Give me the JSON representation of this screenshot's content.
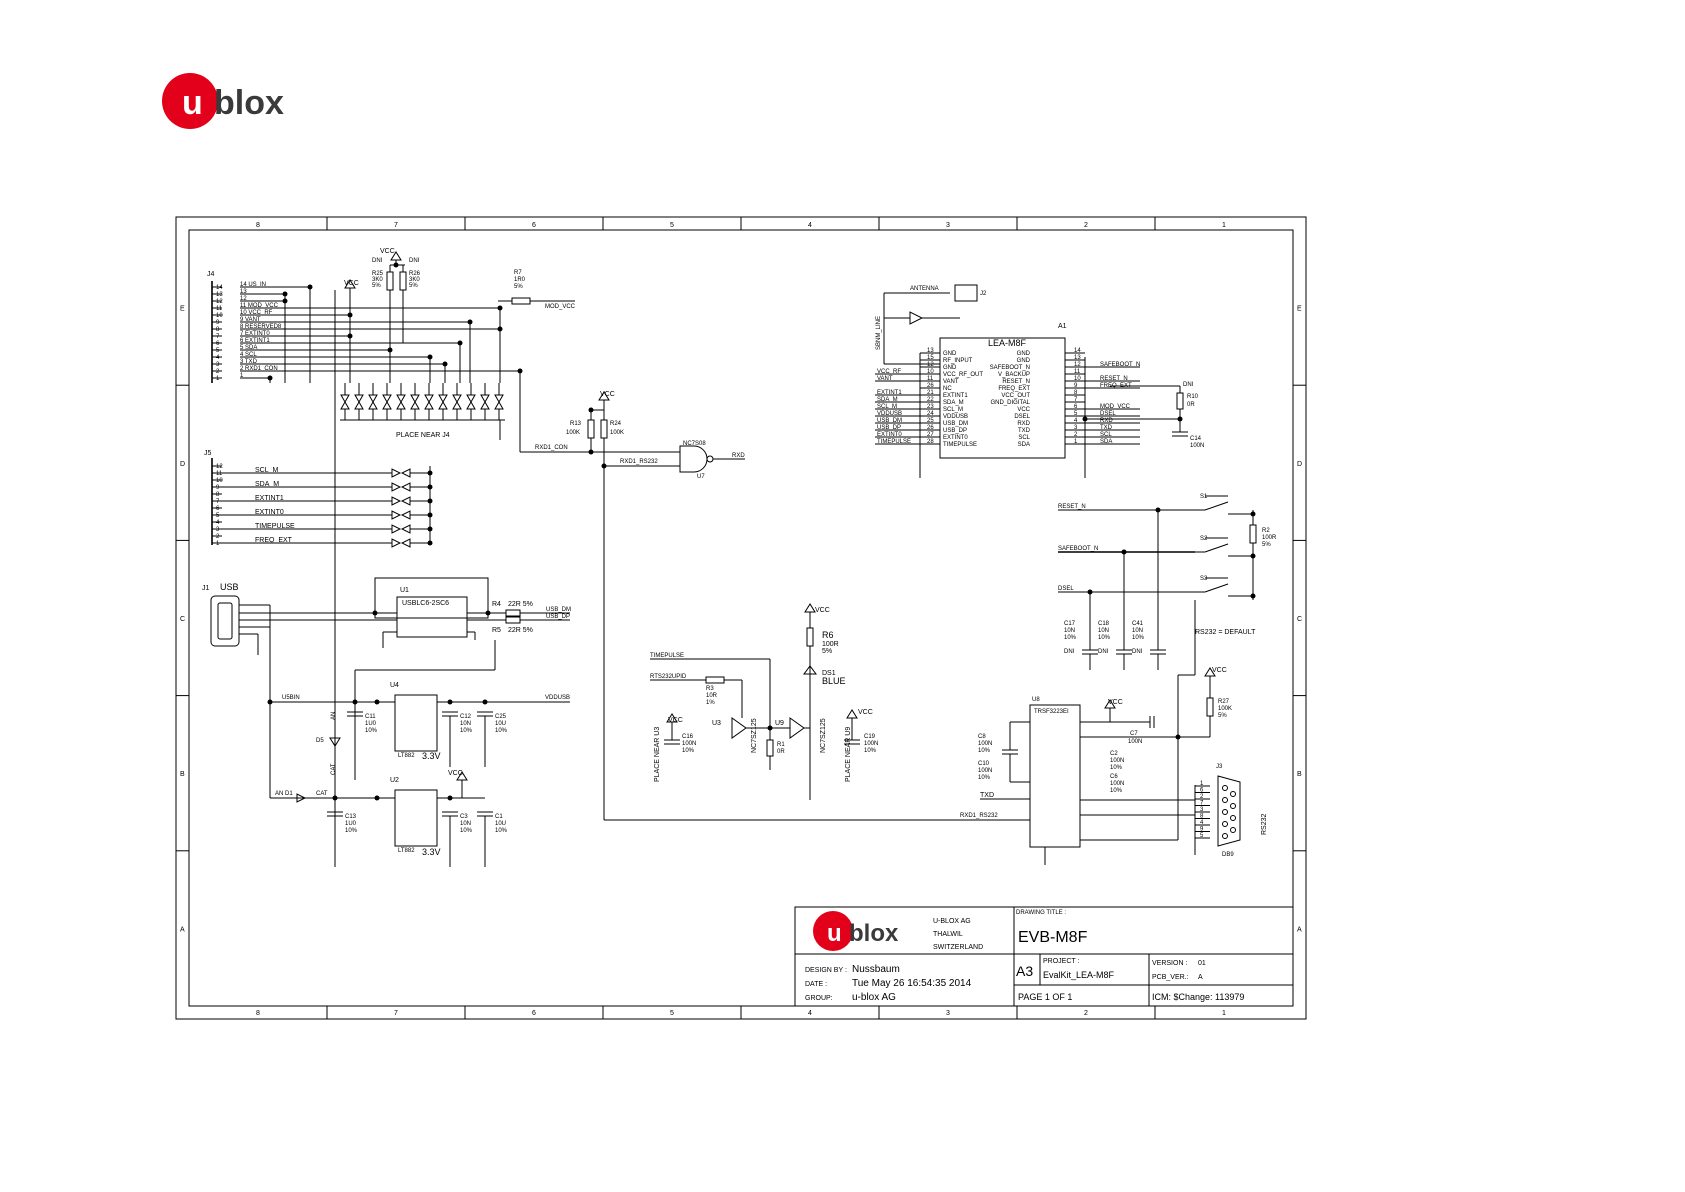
{
  "logo": {
    "text": "blox",
    "letter": "u",
    "color": "#e2001a"
  },
  "frame": {
    "columns": [
      "8",
      "7",
      "6",
      "5",
      "4",
      "3",
      "2",
      "1"
    ],
    "rows": [
      "E",
      "D",
      "C",
      "B",
      "A"
    ]
  },
  "title_block": {
    "company_line1": "U-BLOX AG",
    "company_line2": "THALWIL",
    "company_line3": "SWITZERLAND",
    "drawing_title_label": "DRAWING TITLE :",
    "drawing_title": "EVB-M8F",
    "size": "A3",
    "project_label": "PROJECT :",
    "project": "EvalKit_LEA-M8F",
    "version_label": "VERSION :",
    "version": "01",
    "pcb_ver_label": "PCB_VER.:",
    "pcb_ver": "A",
    "design_by_label": "DESIGN BY :",
    "design_by": "Nussbaum",
    "date_label": "DATE :",
    "date": "Tue May 26 16:54:35 2014",
    "group_label": "GROUP:",
    "group": "u-blox AG",
    "page": "PAGE 1 OF 1",
    "icm": "ICM: $Change: 113979"
  },
  "schematic": {
    "j4": {
      "ref": "J4",
      "pins": [
        {
          "n": "14",
          "net": "14 US_IN"
        },
        {
          "n": "13",
          "net": "13"
        },
        {
          "n": "12",
          "net": "12"
        },
        {
          "n": "11",
          "net": "11 MOD_VCC"
        },
        {
          "n": "10",
          "net": "10 VCC_RF"
        },
        {
          "n": "9",
          "net": "9 VANT"
        },
        {
          "n": "8",
          "net": "8 RESERVED8"
        },
        {
          "n": "7",
          "net": "7 EXTINT0"
        },
        {
          "n": "6",
          "net": "6 EXTINT1"
        },
        {
          "n": "5",
          "net": "5 SDA"
        },
        {
          "n": "4",
          "net": "4 SCL"
        },
        {
          "n": "3",
          "net": "3 TXD"
        },
        {
          "n": "2",
          "net": "2 RXD1_CON"
        },
        {
          "n": "1",
          "net": "1"
        }
      ],
      "place_note": "PLACE NEAR J4"
    },
    "r25": {
      "ref": "R25",
      "val": "3K0",
      "tol": "5%",
      "dni": "DNI"
    },
    "r26": {
      "ref": "R26",
      "val": "3K0",
      "tol": "5%",
      "dni": "DNI"
    },
    "r7": {
      "ref": "R7",
      "val": "1R0",
      "tol": "5%"
    },
    "mod_vcc": "MOD_VCC",
    "vcc": "VCC",
    "j5": {
      "ref": "J5",
      "nets": [
        "SCL_M",
        "SDA_M",
        "EXTINT1",
        "EXTINT0",
        "TIMEPULSE",
        "FREQ_EXT"
      ],
      "pin_numbers": [
        "12",
        "11",
        "10",
        "9",
        "8",
        "7",
        "6",
        "5",
        "4",
        "3",
        "2",
        "1"
      ]
    },
    "j1": {
      "ref": "J1",
      "label": "USB"
    },
    "u1": {
      "ref": "U1",
      "part": "USBLC6-2SC6"
    },
    "r4": {
      "ref": "R4",
      "val": "22R 5%"
    },
    "r5": {
      "ref": "R5",
      "val": "22R 5%"
    },
    "usb_dm": "USB_DM",
    "usb_dp": "USB_DP",
    "u5bin": "U5BIN",
    "vddusb": "VDDUSB",
    "u4": {
      "ref": "U4",
      "part": "LT882",
      "voltage": "3.3V"
    },
    "u2": {
      "ref": "U2",
      "part": "LT882",
      "voltage": "3.3V"
    },
    "caps_left": [
      {
        "ref": "C11",
        "val": "1U0",
        "tol": "10%"
      },
      {
        "ref": "C12",
        "val": "10N",
        "tol": "10%"
      },
      {
        "ref": "C25",
        "val": "10U",
        "tol": "10%"
      },
      {
        "ref": "C13",
        "val": "1U0",
        "tol": "10%"
      },
      {
        "ref": "C3",
        "val": "10N",
        "tol": "10%"
      },
      {
        "ref": "C1",
        "val": "10U",
        "tol": "10%"
      }
    ],
    "d5": {
      "ref": "D5",
      "an": "AN",
      "cat": "CAT"
    },
    "d1": {
      "ref": "D1",
      "an": "AN",
      "cat": "CAT"
    },
    "r13": {
      "ref": "R13",
      "val": "100K"
    },
    "r24": {
      "ref": "R24",
      "val": "100K"
    },
    "u7": {
      "ref": "U7",
      "part": "NC7S08"
    },
    "rxd1_con": "RXD1_CON",
    "rxd1_rs232": "RXD1_RS232",
    "rxd": "RXD",
    "timepulse": "TIMEPULSE",
    "rts232": "RTS232UPID",
    "r6": {
      "ref": "R6",
      "val": "100R",
      "tol": "5%"
    },
    "ds1": {
      "ref": "DS1",
      "color": "BLUE"
    },
    "r3": {
      "ref": "R3",
      "val": "10R",
      "tol": "1%"
    },
    "r1": {
      "ref": "R1",
      "val": "0R"
    },
    "u3": {
      "ref": "U3",
      "part": "NC7SZ125",
      "note": "PLACE NEAR U3"
    },
    "u9": {
      "ref": "U9",
      "part": "NC7SZ125",
      "note": "PLACE NEAR U9"
    },
    "c16": {
      "ref": "C16",
      "val": "100N",
      "tol": "10%"
    },
    "c19": {
      "ref": "C19",
      "val": "100N",
      "tol": "10%"
    },
    "j2": {
      "ref": "J2",
      "label": "ANTENNA"
    },
    "sbnm": "SBNM_LINE",
    "a1": {
      "ref": "A1",
      "part": "LEA-M8F",
      "left_pins": [
        {
          "n": "13",
          "name": "GND",
          "net": ""
        },
        {
          "n": "15",
          "name": "RF_INPUT",
          "net": ""
        },
        {
          "n": "12",
          "name": "GND",
          "net": ""
        },
        {
          "n": "10",
          "name": "VCC_RF_OUT",
          "net": "VCC_RF"
        },
        {
          "n": "11",
          "name": "VANT",
          "net": "VANT"
        },
        {
          "n": "26",
          "name": "NC",
          "net": ""
        },
        {
          "n": "21",
          "name": "EXTINT1",
          "net": "EXTINT1"
        },
        {
          "n": "22",
          "name": "SDA_M",
          "net": "SDA_M"
        },
        {
          "n": "23",
          "name": "SCL_M",
          "net": "SCL_M"
        },
        {
          "n": "24",
          "name": "VDDUSB",
          "net": "VDDUSB"
        },
        {
          "n": "25",
          "name": "USB_DM",
          "net": "USB_DM"
        },
        {
          "n": "26",
          "name": "USB_DP",
          "net": "USB_DP"
        },
        {
          "n": "27",
          "name": "EXTINT0",
          "net": "EXTINT0"
        },
        {
          "n": "28",
          "name": "TIMEPULSE",
          "net": "TIMEPULSE"
        }
      ],
      "right_pins": [
        {
          "n": "14",
          "name": "GND",
          "net": ""
        },
        {
          "n": "13",
          "name": "GND",
          "net": ""
        },
        {
          "n": "12",
          "name": "SAFEBOOT_N",
          "net": "SAFEBOOT_N"
        },
        {
          "n": "11",
          "name": "V_BACKUP",
          "net": ""
        },
        {
          "n": "10",
          "name": "RESET_N",
          "net": "RESET_N"
        },
        {
          "n": "9",
          "name": "FREQ_EXT",
          "net": "FREQ_EXT"
        },
        {
          "n": "8",
          "name": "VCC_OUT",
          "net": ""
        },
        {
          "n": "7",
          "name": "GND_DIGITAL",
          "net": ""
        },
        {
          "n": "6",
          "name": "VCC",
          "net": "MOD_VCC"
        },
        {
          "n": "5",
          "name": "DSEL",
          "net": "DSEL"
        },
        {
          "n": "4",
          "name": "RXD",
          "net": "RXD"
        },
        {
          "n": "3",
          "name": "TXD",
          "net": "TXD"
        },
        {
          "n": "2",
          "name": "SCL",
          "net": "SCL"
        },
        {
          "n": "1",
          "name": "SDA",
          "net": "SDA"
        }
      ]
    },
    "r10": {
      "ref": "R10",
      "val": "0R",
      "dni": "DNI"
    },
    "c14": {
      "ref": "C14",
      "val": "100N"
    },
    "switches": {
      "s1": "S1",
      "s2": "S2",
      "s3": "S3",
      "reset_n": "RESET_N",
      "safeboot_n": "SAFEBOOT_N",
      "dsel": "DSEL",
      "r2": {
        "ref": "R2",
        "val": "100R",
        "tol": "5%"
      },
      "default_note": "RS232 = DEFAULT"
    },
    "caps_sw": [
      {
        "ref": "C17",
        "val": "10N",
        "tol": "10%",
        "dni": "DNI"
      },
      {
        "ref": "C18",
        "val": "10N",
        "tol": "10%",
        "dni": "DNI"
      },
      {
        "ref": "C41",
        "val": "10N",
        "tol": "10%",
        "dni": "DNI"
      }
    ],
    "u8": {
      "ref": "U8",
      "part": "TRSF3223EI"
    },
    "c7": {
      "ref": "C7",
      "val": "100N"
    },
    "r27": {
      "ref": "R27",
      "val": "100K",
      "tol": "5%"
    },
    "c8": {
      "ref": "C8",
      "val": "100N",
      "tol": "10%"
    },
    "c10": {
      "ref": "C10",
      "val": "100N",
      "tol": "10%"
    },
    "c2": {
      "ref": "C2",
      "val": "100N",
      "tol": "10%"
    },
    "c6": {
      "ref": "C6",
      "val": "100N",
      "tol": "10%"
    },
    "txd": "TXD",
    "j3": {
      "ref": "J3",
      "label": "RS232",
      "sub": "DB9"
    }
  }
}
